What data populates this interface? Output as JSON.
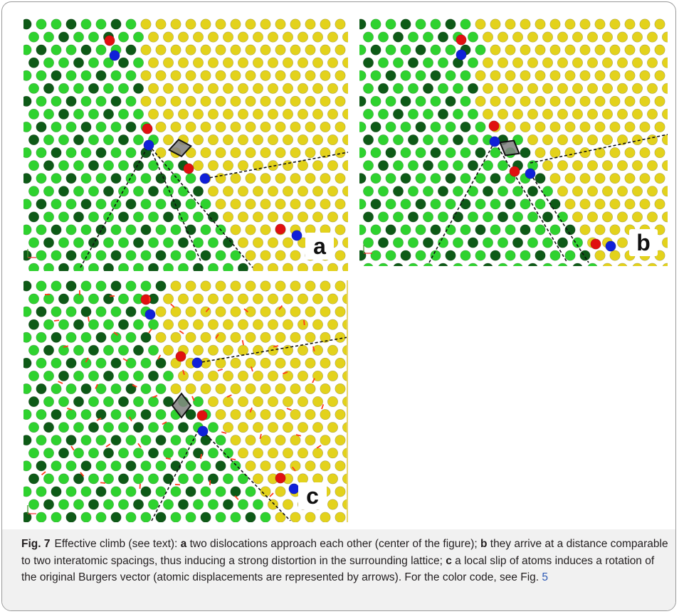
{
  "figure": {
    "label": "Fig. 7",
    "caption_segments": [
      {
        "text": "Effective climb (see text): ",
        "bold": false
      },
      {
        "text": "a",
        "bold": true
      },
      {
        "text": " two dislocations approach each other (center of the figure); ",
        "bold": false
      },
      {
        "text": "b",
        "bold": true
      },
      {
        "text": " they arrive at a distance comparable to two interatomic spacings, thus inducing a strong distortion in the surrounding lattice; ",
        "bold": false
      },
      {
        "text": "c",
        "bold": true
      },
      {
        "text": " a local slip of atoms induces a rotation of the original Burgers vector (atomic displacements are represented by arrows). For the color code, see Fig. ",
        "bold": false
      },
      {
        "text": "5",
        "bold": false,
        "ref": true
      }
    ]
  },
  "panels": [
    {
      "id": "a",
      "letter": "a"
    },
    {
      "id": "b",
      "letter": "b"
    },
    {
      "id": "c",
      "letter": "c"
    }
  ],
  "colors": {
    "dark_green": "#0e5a17",
    "light_green": "#2fd22f",
    "yellow": "#e3d21c",
    "red": "#e01010",
    "blue": "#1020d8",
    "arrow": "#ff3a1a",
    "burgers_fill": "#808080"
  }
}
